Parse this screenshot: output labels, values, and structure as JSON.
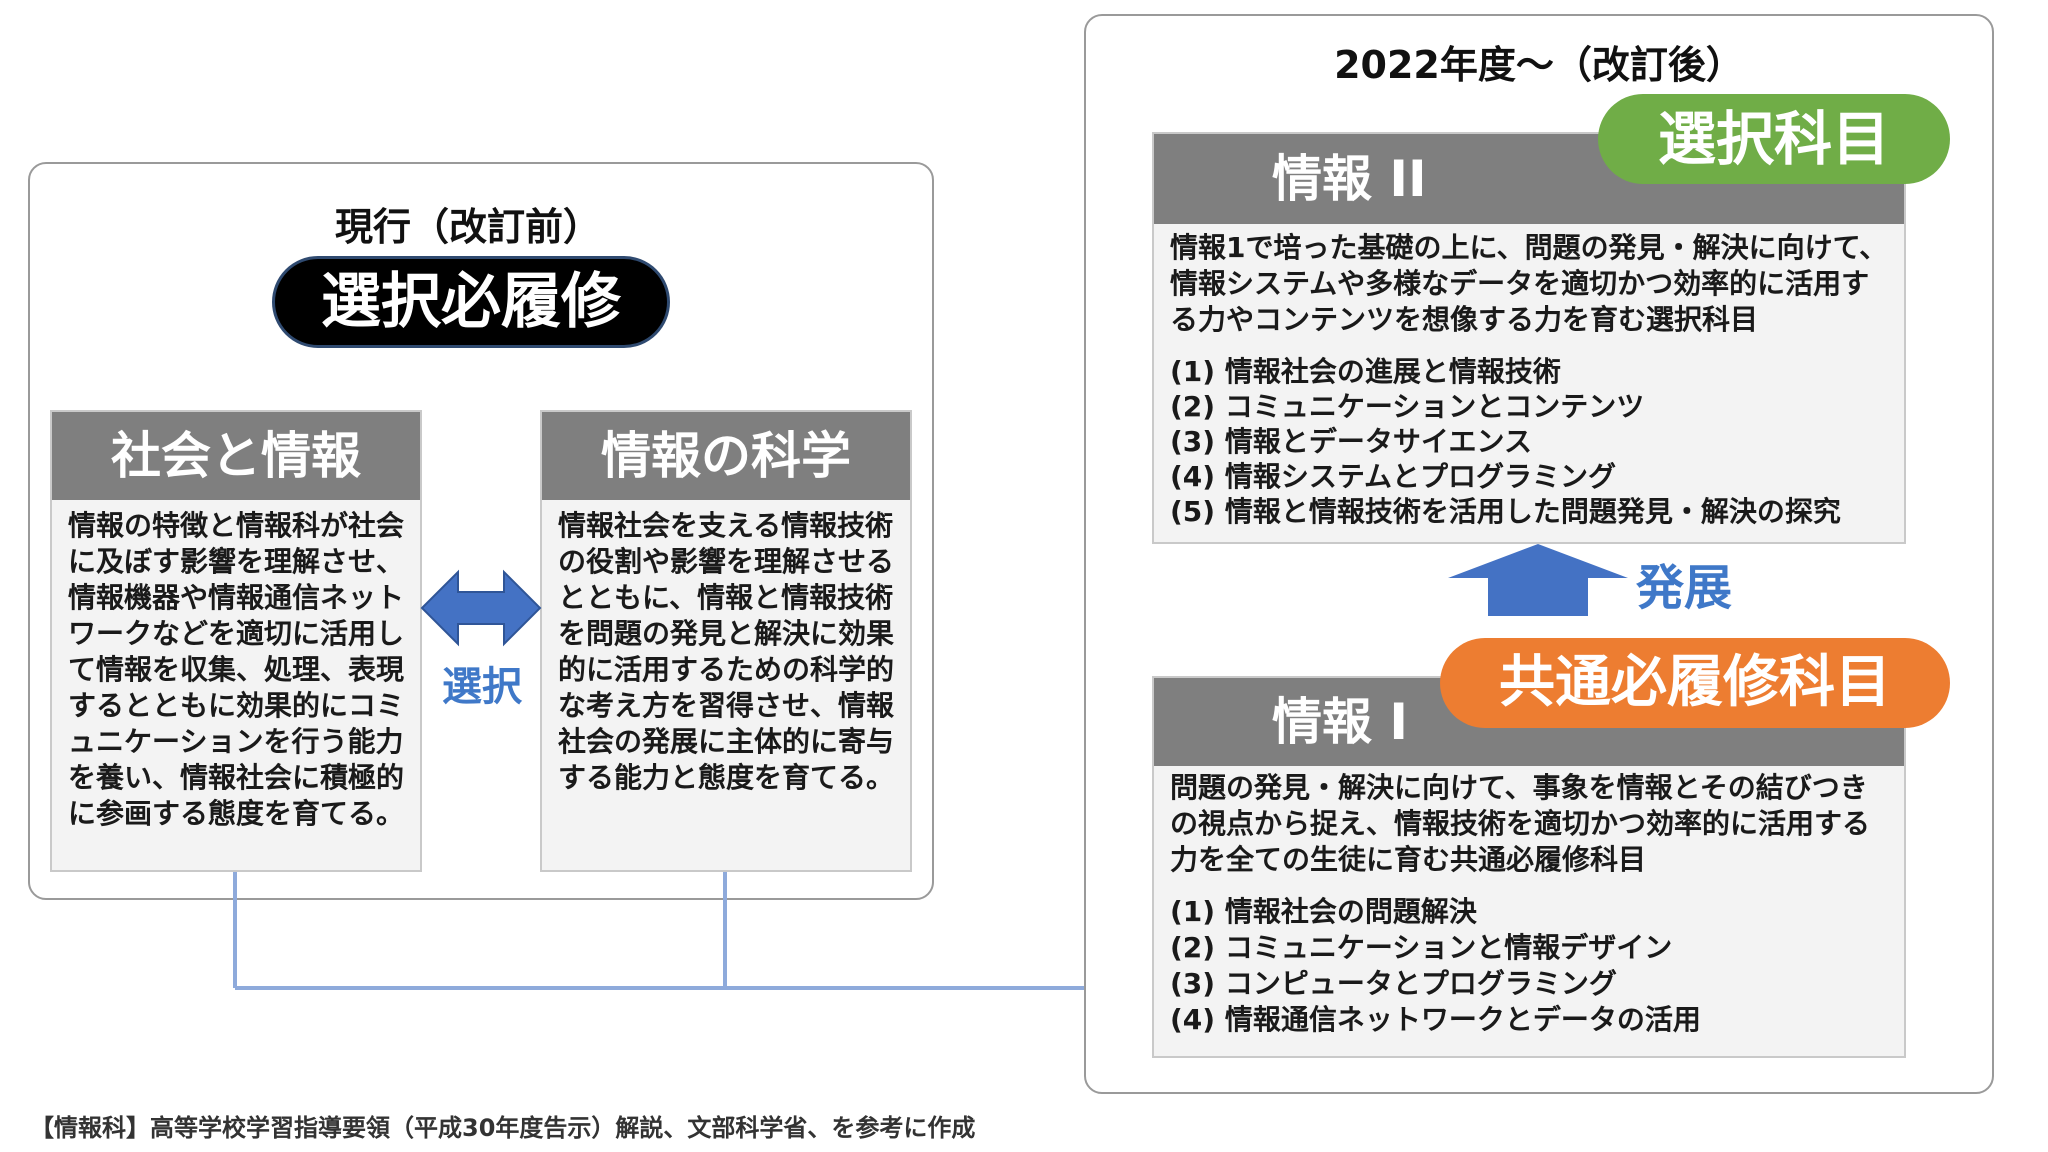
{
  "current": {
    "title": "現行（改訂前）",
    "badge": "選択必履修",
    "choice_label": "選択",
    "left_card": {
      "title": "社会と情報",
      "body": "情報の特徴と情報科が社会に及ぼす影響を理解させ、情報機器や情報通信ネットワークなどを適切に活用して情報を収集、処理、表現するとともに効果的にコミュニケーションを行う能力を養い、情報社会に積極的に参画する態度を育てる。"
    },
    "right_card": {
      "title": "情報の科学",
      "body": "情報社会を支える情報技術の役割や影響を理解させるとともに、情報と情報技術を問題の発見と解決に効果的に活用するための科学的な考え方を習得させ、情報社会の発展に主体的に寄与する能力と態度を育てる。"
    }
  },
  "revised": {
    "title": "2022年度～（改訂後）",
    "develop_label": "発展",
    "info2": {
      "title": "情報 II",
      "badge": "選択科目",
      "desc": "情報1で培った基礎の上に、問題の発見・解決に向けて、情報システムや多様なデータを適切かつ効率的に活用する力やコンテンツを想像する力を育む選択科目",
      "items": [
        "(1) 情報社会の進展と情報技術",
        "(2) コミュニケーションとコンテンツ",
        "(3) 情報とデータサイエンス",
        "(4) 情報システムとプログラミング",
        "(5) 情報と情報技術を活用した問題発見・解決の探究"
      ]
    },
    "info1": {
      "title": "情報 I",
      "badge": "共通必履修科目",
      "desc": "問題の発見・解決に向けて、事象を情報とその結びつきの視点から捉え、情報技術を適切かつ効率的に活用する力を全ての生徒に育む共通必履修科目",
      "items": [
        "(1) 情報社会の問題解決",
        "(2) コミュニケーションと情報デザイン",
        "(3) コンピュータとプログラミング",
        "(4) 情報通信ネットワークとデータの活用"
      ]
    }
  },
  "footer": {
    "source": "【情報科】高等学校学習指導要領（平成30年度告示）解説、文部科学省、を参考に作成"
  },
  "colors": {
    "header_gray": "#7f7f7f",
    "card_bg": "#f3f3f3",
    "blue_arrow": "#4472c4",
    "blue_label": "#3f78c8",
    "connector": "#8eaadb",
    "green_badge": "#70ad47",
    "orange_badge": "#ed7d31"
  }
}
